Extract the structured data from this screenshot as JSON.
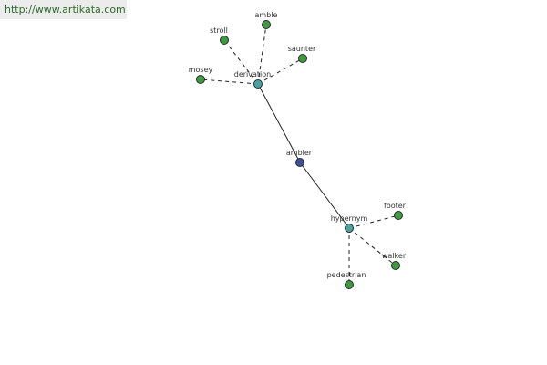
{
  "site_link": {
    "text": "http://www.artikata.com"
  },
  "graph": {
    "colors": {
      "center": "#3f4fa0",
      "relation": "#4aa3a3",
      "word": "#3f9a3f",
      "link_text": "#2c6b2c",
      "banner_bg": "#ececec"
    },
    "nodes": [
      {
        "id": "ambler",
        "label": "ambler",
        "kind": "center"
      },
      {
        "id": "derivation",
        "label": "derivation",
        "kind": "relation"
      },
      {
        "id": "hypernym",
        "label": "hypernym",
        "kind": "relation"
      },
      {
        "id": "amble",
        "label": "amble",
        "kind": "word"
      },
      {
        "id": "stroll",
        "label": "stroll",
        "kind": "word"
      },
      {
        "id": "saunter",
        "label": "saunter",
        "kind": "word"
      },
      {
        "id": "mosey",
        "label": "mosey",
        "kind": "word"
      },
      {
        "id": "footer",
        "label": "footer",
        "kind": "word"
      },
      {
        "id": "walker",
        "label": "walker",
        "kind": "word"
      },
      {
        "id": "pedestrian",
        "label": "pedestrian",
        "kind": "word"
      }
    ],
    "edges": [
      {
        "from": "ambler",
        "to": "derivation",
        "style": "solid"
      },
      {
        "from": "ambler",
        "to": "hypernym",
        "style": "solid"
      },
      {
        "from": "derivation",
        "to": "amble",
        "style": "dashed"
      },
      {
        "from": "derivation",
        "to": "stroll",
        "style": "dashed"
      },
      {
        "from": "derivation",
        "to": "saunter",
        "style": "dashed"
      },
      {
        "from": "derivation",
        "to": "mosey",
        "style": "dashed"
      },
      {
        "from": "hypernym",
        "to": "footer",
        "style": "dashed"
      },
      {
        "from": "hypernym",
        "to": "walker",
        "style": "dashed"
      },
      {
        "from": "hypernym",
        "to": "pedestrian",
        "style": "dashed"
      }
    ]
  }
}
